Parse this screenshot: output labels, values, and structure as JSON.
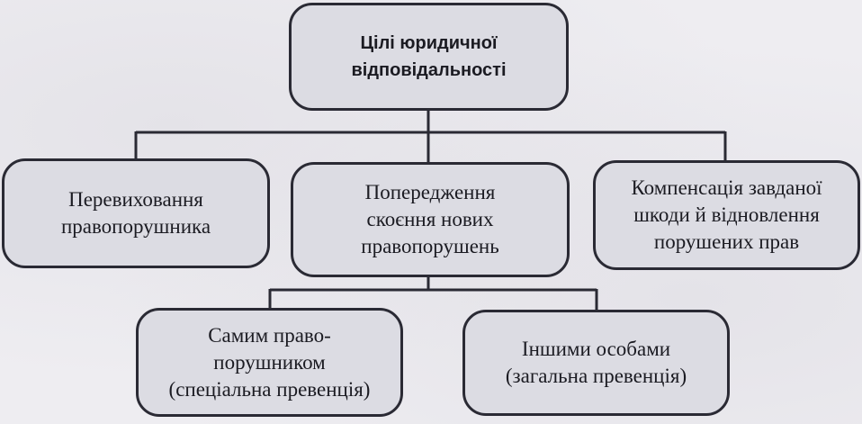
{
  "diagram": {
    "root": {
      "label": "Цілі юридичної\nвідповідальності"
    },
    "level1": [
      {
        "label": "Перевиховання\nправопорушника"
      },
      {
        "label": "Попередження\nскоєння нових\nправопорушень"
      },
      {
        "label": "Компенсація завданої\nшкоди й відновлення\nпорушених прав"
      }
    ],
    "level2": [
      {
        "label": "Самим право-\nпорушником\n(спеціальна превенція)"
      },
      {
        "label": "Іншими особами\n(загальна превенція)"
      }
    ],
    "colors": {
      "box_fill": "#dcdce3",
      "box_border": "#2a2a34",
      "connector": "#2a2a34",
      "background": "#eeedf1"
    }
  }
}
